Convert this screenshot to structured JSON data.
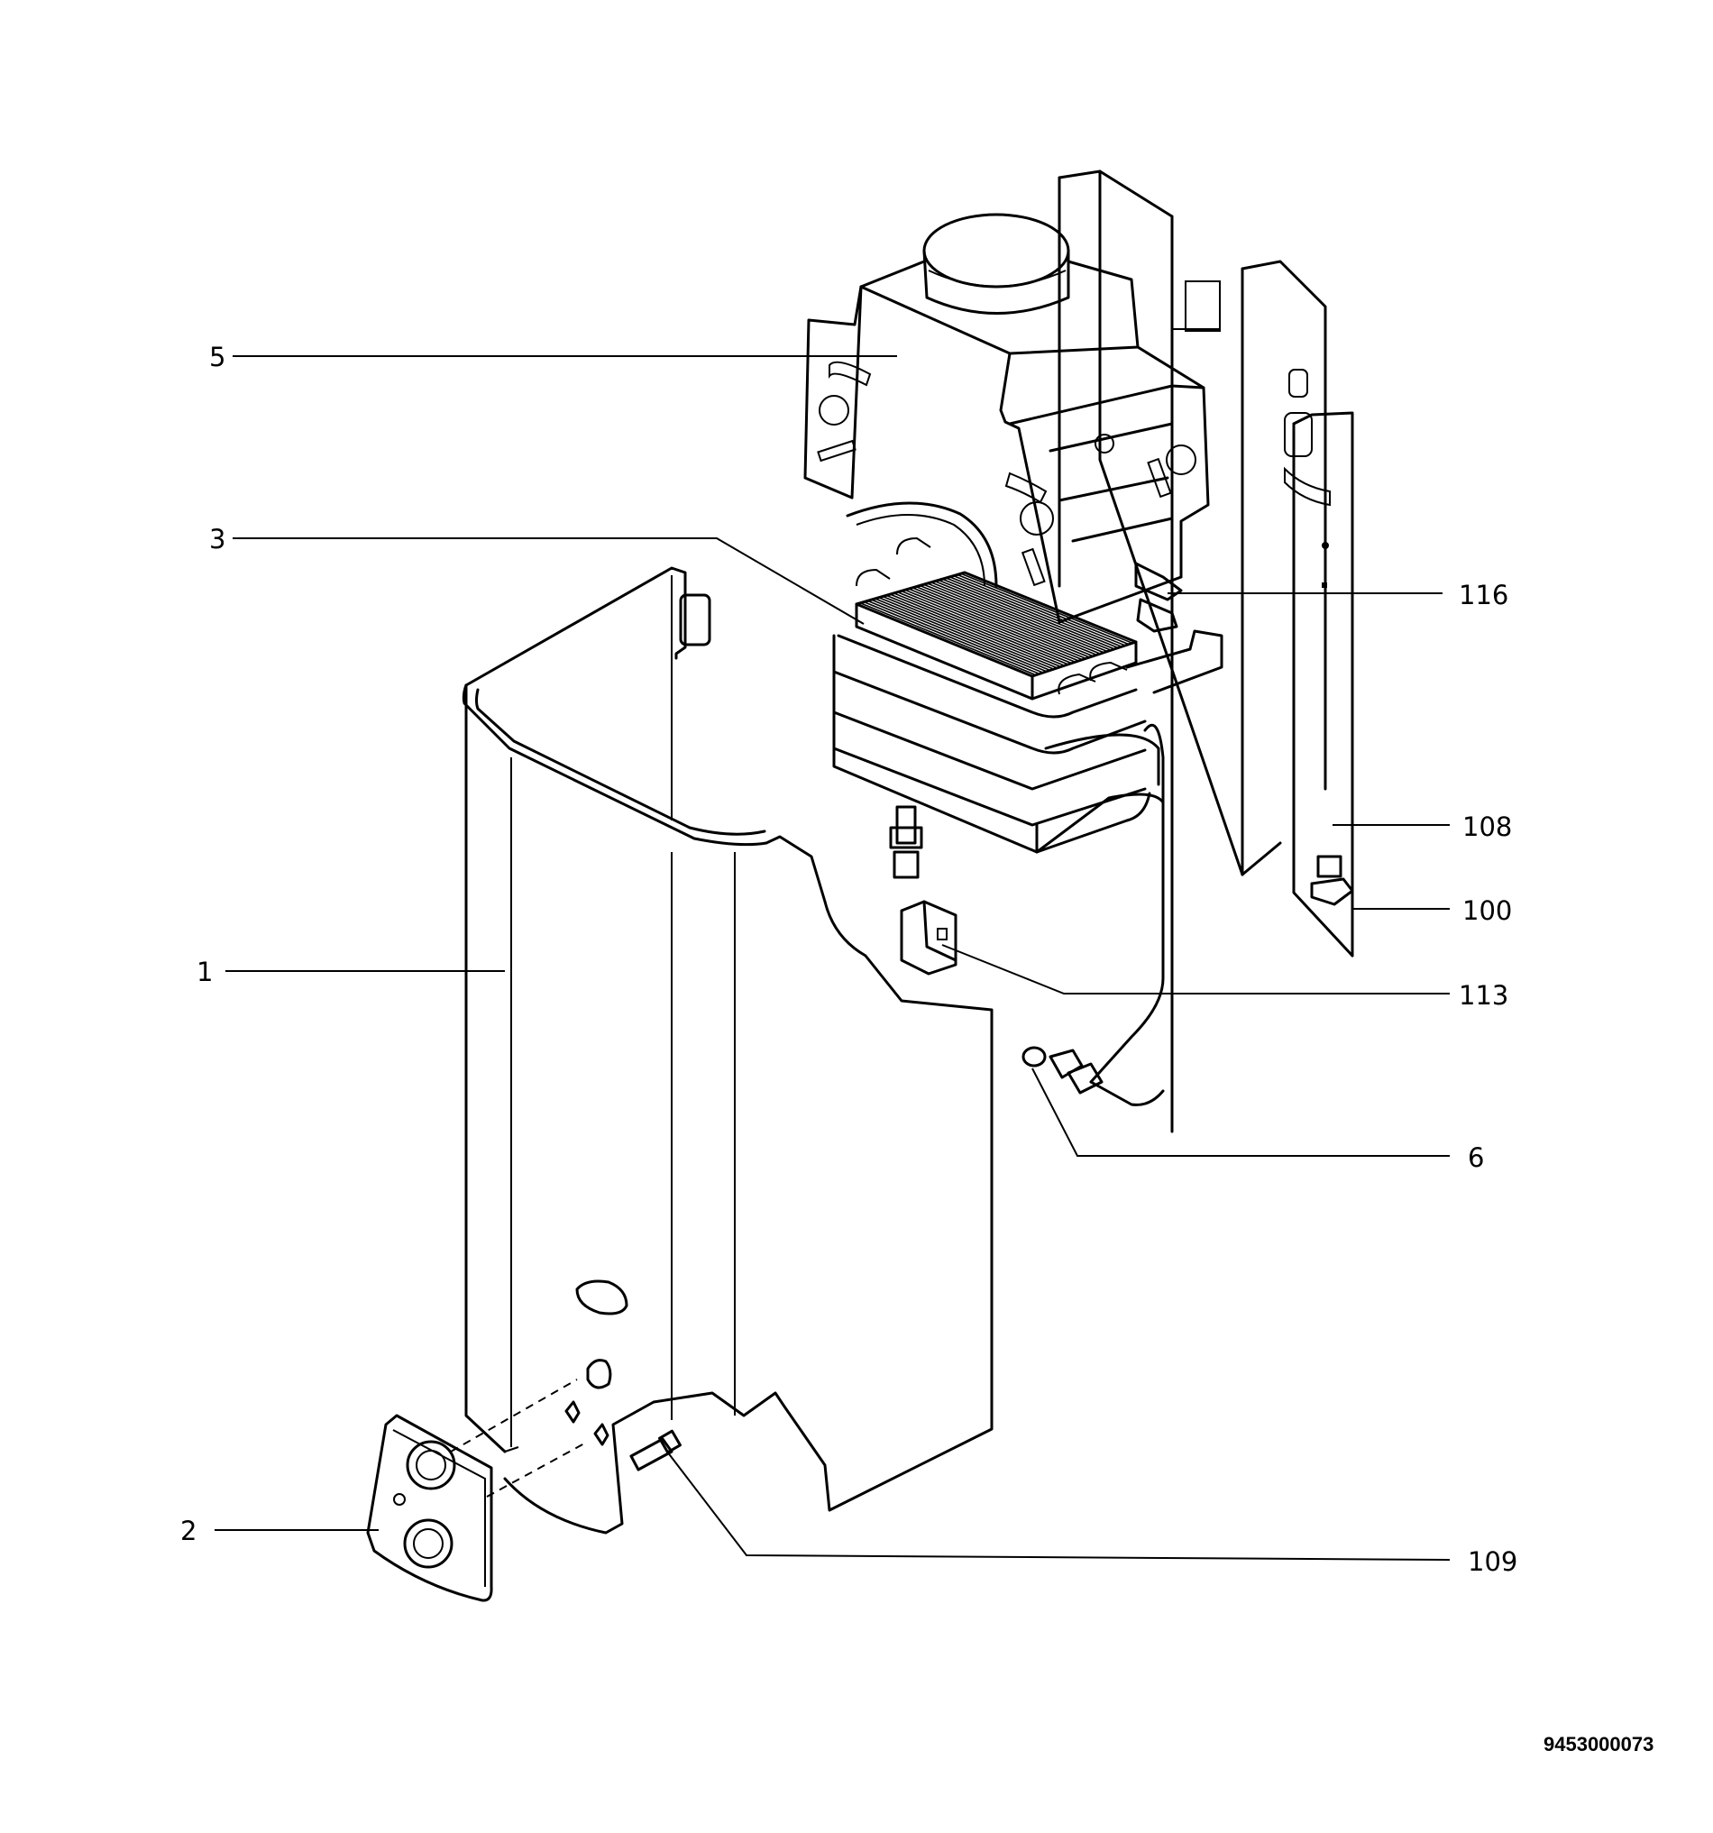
{
  "callouts": [
    {
      "id": "5",
      "label": "5"
    },
    {
      "id": "3",
      "label": "3"
    },
    {
      "id": "116",
      "label": "116"
    },
    {
      "id": "108",
      "label": "108"
    },
    {
      "id": "100",
      "label": "100"
    },
    {
      "id": "1",
      "label": "1"
    },
    {
      "id": "113",
      "label": "113"
    },
    {
      "id": "6",
      "label": "6"
    },
    {
      "id": "2",
      "label": "2"
    },
    {
      "id": "109",
      "label": "109"
    }
  ],
  "drawing_code": "9453000073"
}
